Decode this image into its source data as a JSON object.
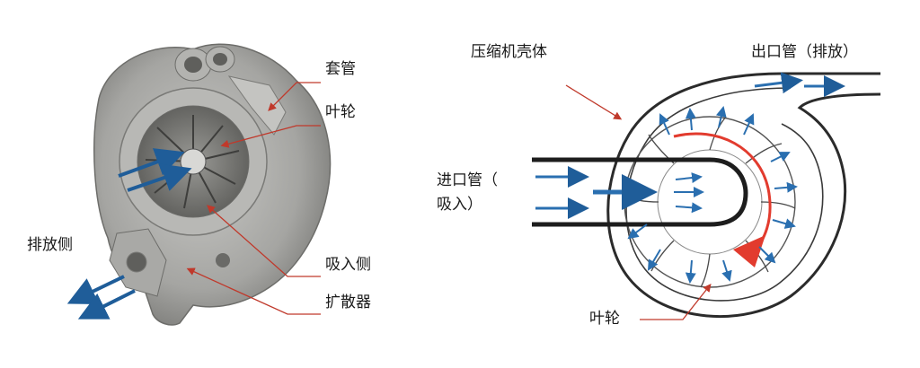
{
  "left_figure": {
    "labels": {
      "shroud": "套管",
      "impeller": "叶轮",
      "exhaust_side": "排放侧",
      "intake_side": "吸入侧",
      "diffuser": "扩散器"
    }
  },
  "right_figure": {
    "labels": {
      "housing": "压缩机壳体",
      "outlet": "出口管（排放）",
      "inlet_line1": "进口管（",
      "inlet_line2": "吸入）",
      "impeller": "叶轮"
    }
  },
  "colors": {
    "flow_arrow": "#1f5d99",
    "rotation_arrow": "#e23b2e",
    "leader_line": "#c0392b",
    "housing_line": "#2b2b2b",
    "metal_body": "#a7a7a4"
  }
}
